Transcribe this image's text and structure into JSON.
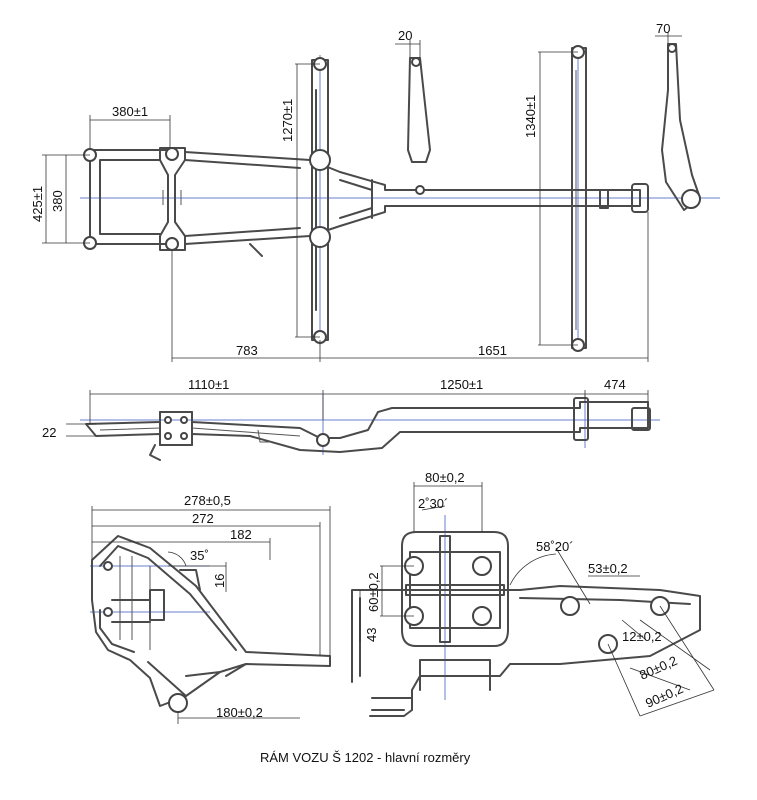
{
  "caption": "RÁM VOZU Š 1202 - hlavní rozměry",
  "top_view": {
    "dims": {
      "w380_tol": "380±1",
      "h425": "425±1",
      "h380": "380",
      "h1270": "1270±1",
      "w20": "20",
      "h1340": "1340±1",
      "w70": "70",
      "l783": "783",
      "l1651": "1651"
    }
  },
  "side_view": {
    "dims": {
      "l1110": "1110±1",
      "l1250": "1250±1",
      "l474": "474",
      "h22": "22"
    }
  },
  "detail_left": {
    "dims": {
      "l278": "278±0,5",
      "l272": "272",
      "l182": "182",
      "a35": "35˚",
      "h16": "16",
      "l180": "180±0,2"
    }
  },
  "detail_right": {
    "dims": {
      "w80": "80±0,2",
      "a2_30": "2˚30´",
      "h60": "60±0,2",
      "h43": "43",
      "a58_20": "58˚20´",
      "l53": "53±0,2",
      "l12": "12±0,2",
      "l80b": "80±0,2",
      "l90": "90±0,2"
    }
  }
}
